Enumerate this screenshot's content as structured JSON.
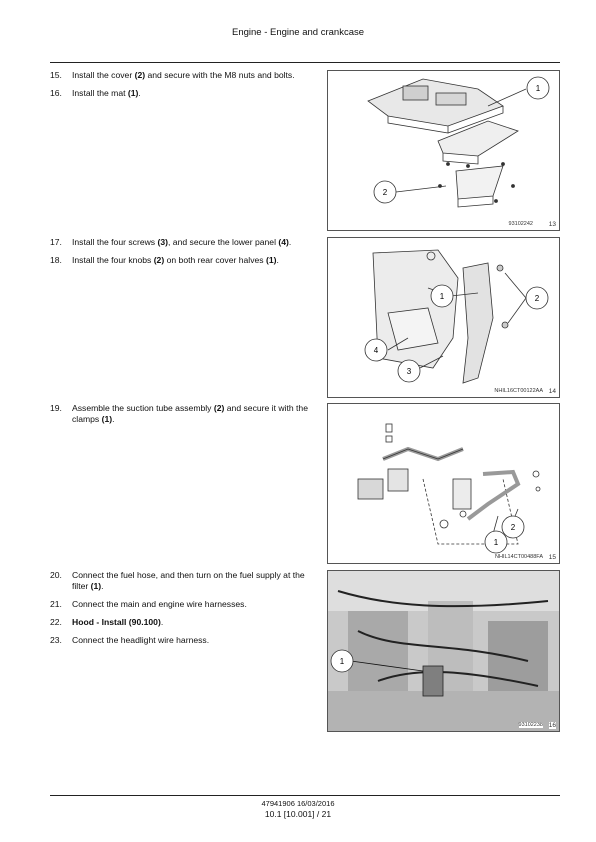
{
  "header": {
    "title": "Engine - Engine and crankcase"
  },
  "sections": [
    {
      "steps": [
        {
          "num": "15.",
          "parts": [
            {
              "t": "Install the cover "
            },
            {
              "t": "(2)",
              "b": true
            },
            {
              "t": " and secure with the M8 nuts and bolts."
            }
          ]
        },
        {
          "num": "16.",
          "parts": [
            {
              "t": "Install the mat "
            },
            {
              "t": "(1)",
              "b": true
            },
            {
              "t": "."
            }
          ]
        }
      ],
      "figure": {
        "code": "93102242",
        "number": "13",
        "callouts": [
          "1",
          "2"
        ]
      }
    },
    {
      "steps": [
        {
          "num": "17.",
          "parts": [
            {
              "t": "Install the four screws "
            },
            {
              "t": "(3)",
              "b": true
            },
            {
              "t": ", and secure the lower panel "
            },
            {
              "t": "(4)",
              "b": true
            },
            {
              "t": "."
            }
          ]
        },
        {
          "num": "18.",
          "parts": [
            {
              "t": "Install the four knobs "
            },
            {
              "t": "(2)",
              "b": true
            },
            {
              "t": " on both rear cover halves "
            },
            {
              "t": "(1)",
              "b": true
            },
            {
              "t": "."
            }
          ]
        }
      ],
      "figure": {
        "code": "NHIL16CT00122AA",
        "number": "14",
        "callouts": [
          "1",
          "2",
          "3",
          "4"
        ]
      }
    },
    {
      "steps": [
        {
          "num": "19.",
          "parts": [
            {
              "t": "Assemble the suction tube assembly "
            },
            {
              "t": "(2)",
              "b": true
            },
            {
              "t": " and secure it with the clamps "
            },
            {
              "t": "(1)",
              "b": true
            },
            {
              "t": "."
            }
          ]
        }
      ],
      "figure": {
        "code": "NHIL14CT00488FA",
        "number": "15",
        "callouts": [
          "1",
          "2"
        ]
      }
    },
    {
      "steps": [
        {
          "num": "20.",
          "parts": [
            {
              "t": "Connect the fuel hose, and then turn on the fuel supply at the filter "
            },
            {
              "t": "(1)",
              "b": true
            },
            {
              "t": "."
            }
          ]
        },
        {
          "num": "21.",
          "parts": [
            {
              "t": "Connect the main and engine wire harnesses."
            }
          ]
        },
        {
          "num": "22.",
          "parts": [
            {
              "t": "Hood - Install (90.100)",
              "b": true
            },
            {
              "t": "."
            }
          ]
        },
        {
          "num": "23.",
          "parts": [
            {
              "t": "Connect the headlight wire harness."
            }
          ]
        }
      ],
      "figure": {
        "code": "93102238",
        "number": "16",
        "callouts": [
          "1"
        ]
      }
    }
  ],
  "footer": {
    "doc_ref": "47941906 16/03/2016",
    "page_ref": "10.1 [10.001] / 21"
  }
}
